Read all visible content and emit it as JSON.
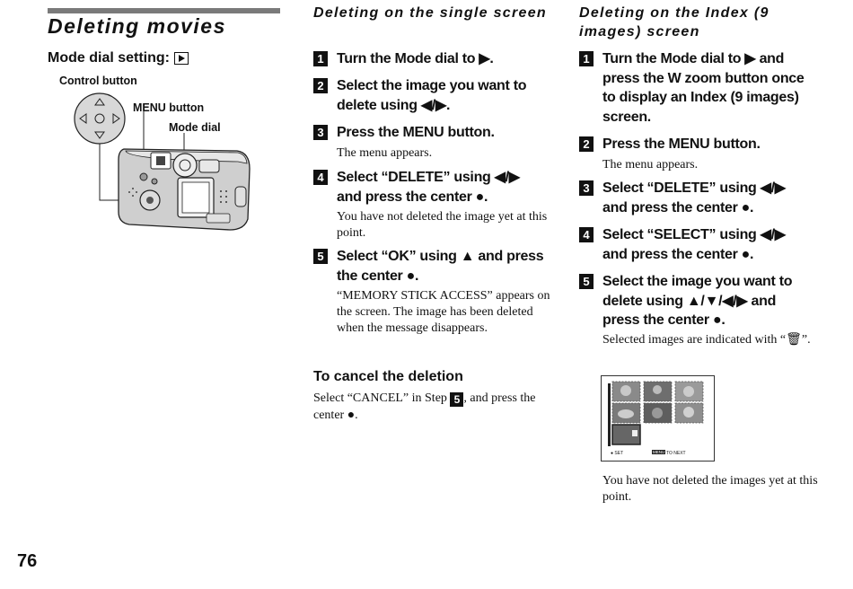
{
  "page": {
    "title": "Deleting movies",
    "mode_setting_label": "Mode dial setting:",
    "page_number": "76"
  },
  "figure": {
    "control_button_label": "Control button",
    "menu_button_label": "MENU button",
    "mode_dial_label": "Mode dial"
  },
  "single": {
    "heading": "Deleting on the single screen",
    "steps": [
      {
        "num": "1",
        "text": "Turn the Mode dial to ▶."
      },
      {
        "num": "2",
        "text": "Select the image you want to delete using ◀/▶.",
        "note": ""
      },
      {
        "num": "3",
        "text": "Press the MENU button.",
        "note": "The menu appears."
      },
      {
        "num": "4",
        "text": "Select “DELETE” using ◀/▶ and press the center ●.",
        "note": "You have not deleted the image yet at this point."
      },
      {
        "num": "5",
        "text": "Select “OK” using ▲ and press the center ●.",
        "note": "“MEMORY STICK ACCESS” appears on the screen. The image has been deleted when the message disappears."
      }
    ],
    "cancel_heading": "To cancel the deletion",
    "cancel_text_a": "Select “CANCEL” in Step",
    "cancel_step": "5",
    "cancel_text_b": ", and press the center ●."
  },
  "index": {
    "heading": "Deleting on the Index (9 images) screen",
    "steps": [
      {
        "num": "1",
        "text": "Turn the Mode dial to ▶ and press the W zoom button once to display an Index (9 images) screen."
      },
      {
        "num": "2",
        "text": "Press the MENU button.",
        "note": "The menu appears."
      },
      {
        "num": "3",
        "text": "Select “DELETE” using ◀/▶ and press the center ●."
      },
      {
        "num": "4",
        "text": "Select “SELECT” using ◀/▶ and press the center ●."
      },
      {
        "num": "5",
        "text": "Select the image you want to delete using ▲/▼/◀/▶ and press the center ●.",
        "note": "Selected images are indicated with “🗑”."
      }
    ],
    "screen_set_label": "● SET",
    "screen_menu_label": "MENU",
    "screen_next_label": "TO NEXT",
    "final_note": "You have not deleted the images yet at this point."
  },
  "colors": {
    "title_bar": "#7a7a7a",
    "text": "#111111"
  }
}
